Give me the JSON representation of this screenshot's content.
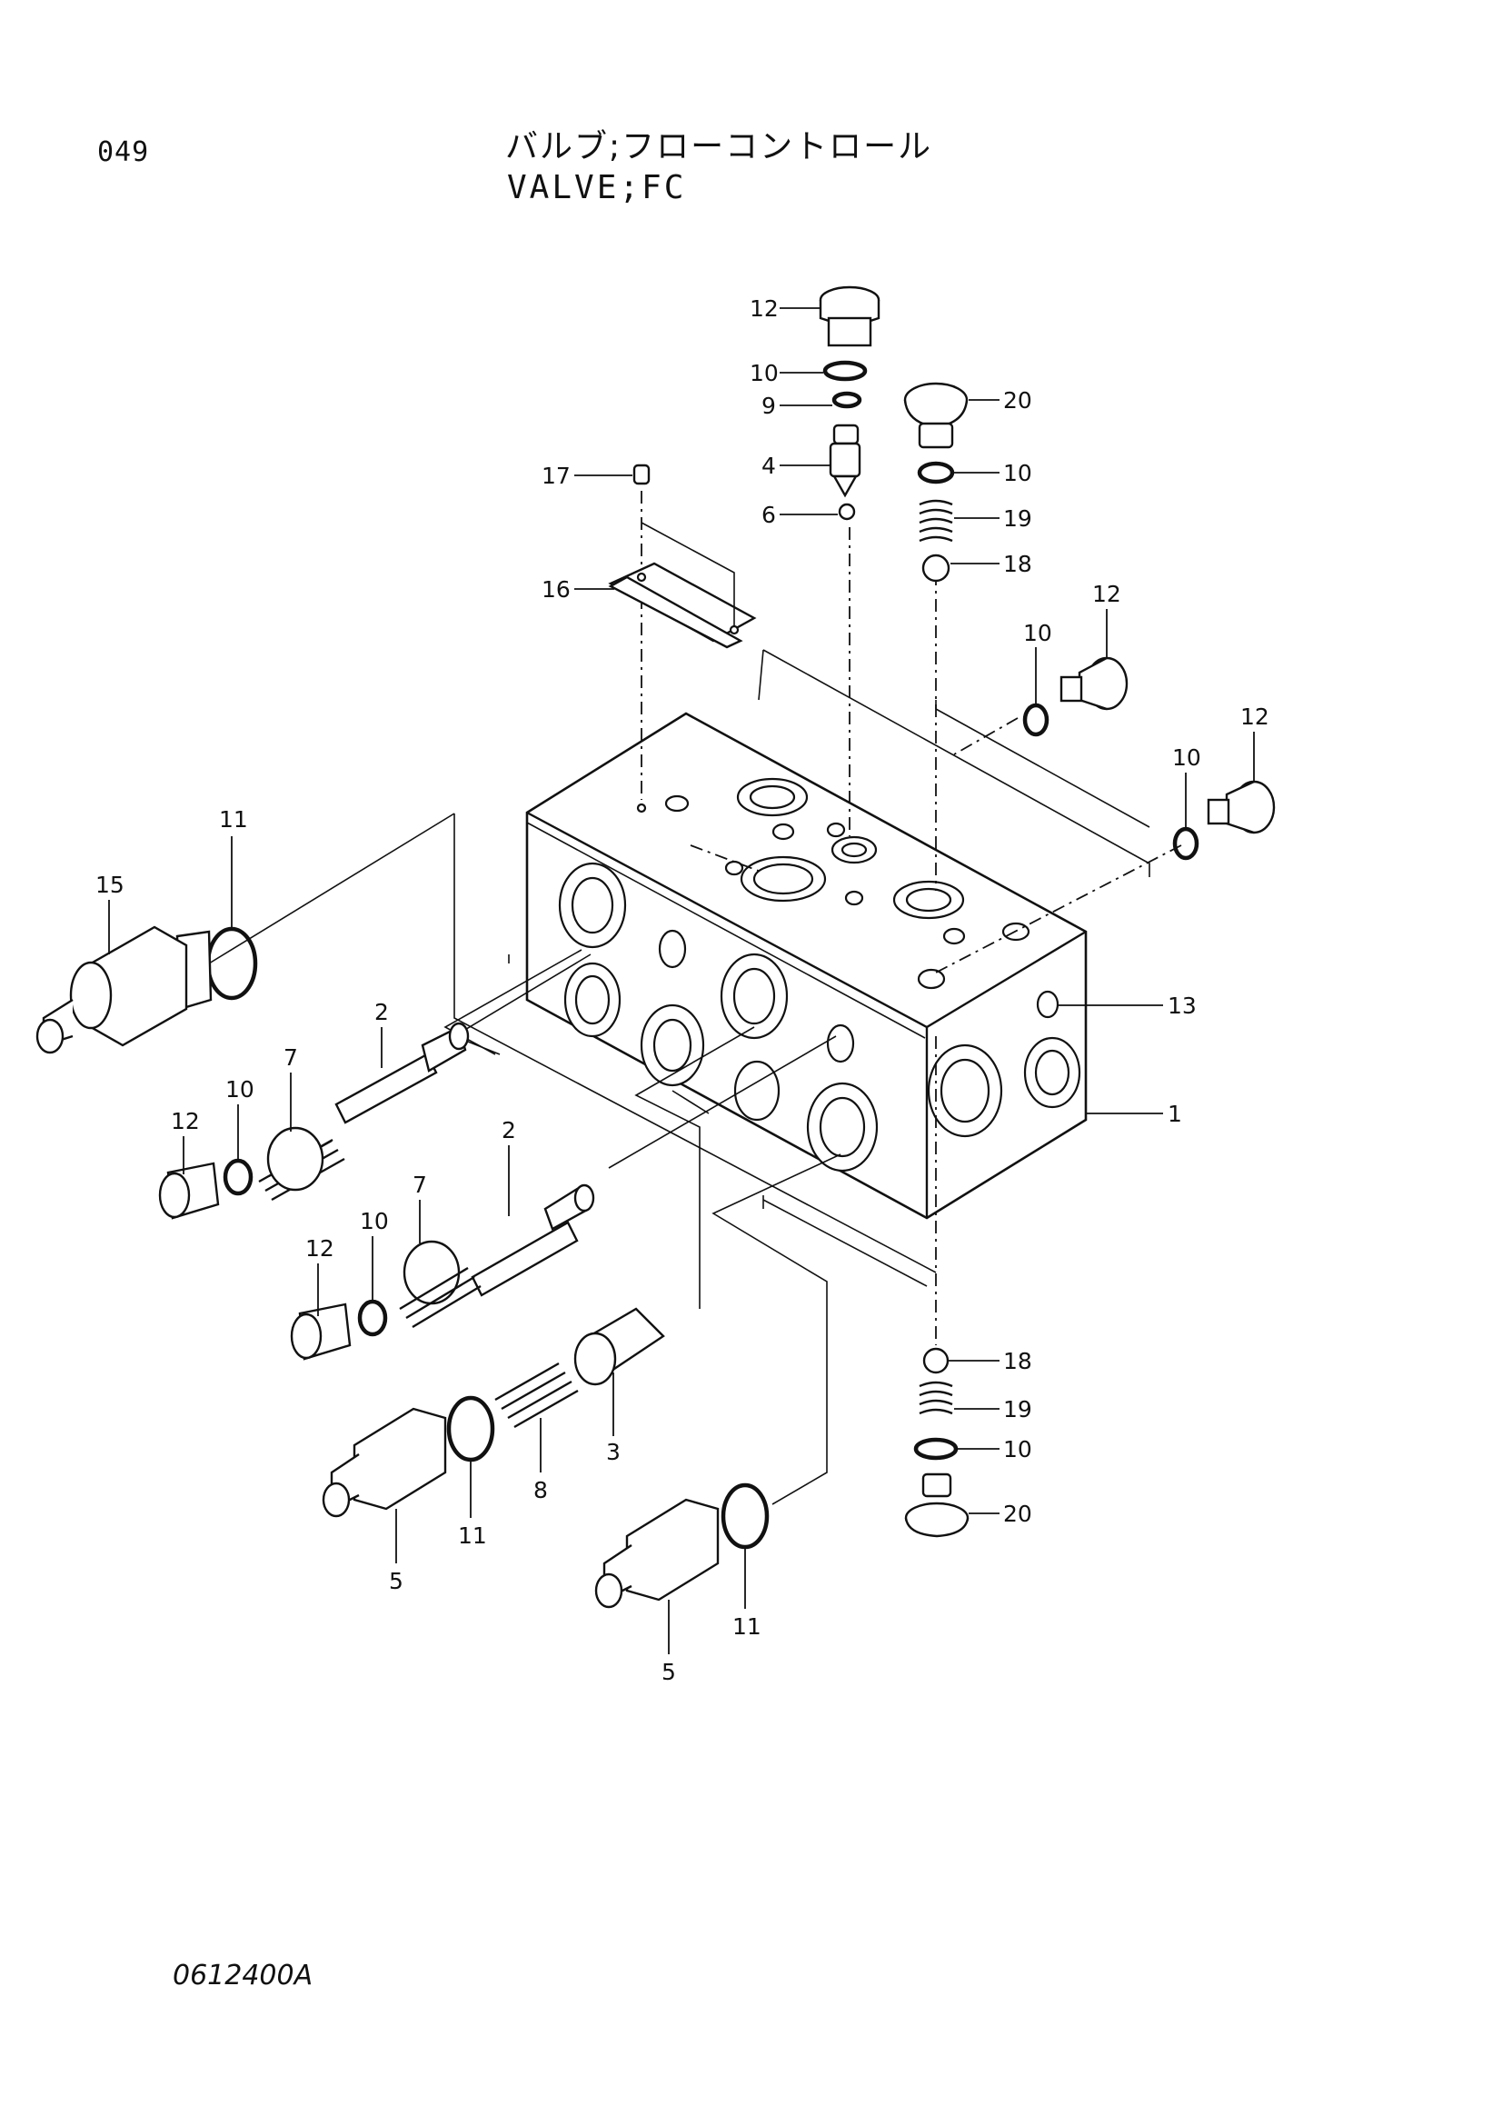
{
  "header": {
    "page_number": "049",
    "title_jp": "バルブ;フローコントロール",
    "title_en": "VALVE;FC"
  },
  "footer": {
    "drawing_code": "0612400A"
  },
  "part_labels": [
    {
      "id": "lbl-12-top",
      "text": "12"
    },
    {
      "id": "lbl-10-top",
      "text": "10"
    },
    {
      "id": "lbl-9",
      "text": "9"
    },
    {
      "id": "lbl-4",
      "text": "4"
    },
    {
      "id": "lbl-6",
      "text": "6"
    },
    {
      "id": "lbl-20-top",
      "text": "20"
    },
    {
      "id": "lbl-10-mid",
      "text": "10"
    },
    {
      "id": "lbl-19-top",
      "text": "19"
    },
    {
      "id": "lbl-18-top",
      "text": "18"
    },
    {
      "id": "lbl-17",
      "text": "17"
    },
    {
      "id": "lbl-16",
      "text": "16"
    },
    {
      "id": "lbl-12-r1",
      "text": "12"
    },
    {
      "id": "lbl-10-r1",
      "text": "10"
    },
    {
      "id": "lbl-12-r2",
      "text": "12"
    },
    {
      "id": "lbl-10-r2",
      "text": "10"
    },
    {
      "id": "lbl-13",
      "text": "13"
    },
    {
      "id": "lbl-1",
      "text": "1"
    },
    {
      "id": "lbl-11-top",
      "text": "11"
    },
    {
      "id": "lbl-15",
      "text": "15"
    },
    {
      "id": "lbl-2-a",
      "text": "2"
    },
    {
      "id": "lbl-7-a",
      "text": "7"
    },
    {
      "id": "lbl-10-a",
      "text": "10"
    },
    {
      "id": "lbl-12-a",
      "text": "12"
    },
    {
      "id": "lbl-2-b",
      "text": "2"
    },
    {
      "id": "lbl-7-b",
      "text": "7"
    },
    {
      "id": "lbl-10-b",
      "text": "10"
    },
    {
      "id": "lbl-12-b",
      "text": "12"
    },
    {
      "id": "lbl-3",
      "text": "3"
    },
    {
      "id": "lbl-8",
      "text": "8"
    },
    {
      "id": "lbl-11-a",
      "text": "11"
    },
    {
      "id": "lbl-5-a",
      "text": "5"
    },
    {
      "id": "lbl-11-b",
      "text": "11"
    },
    {
      "id": "lbl-5-b",
      "text": "5"
    },
    {
      "id": "lbl-18-bot",
      "text": "18"
    },
    {
      "id": "lbl-19-bot",
      "text": "19"
    },
    {
      "id": "lbl-10-bot",
      "text": "10"
    },
    {
      "id": "lbl-20-bot",
      "text": "20"
    }
  ]
}
